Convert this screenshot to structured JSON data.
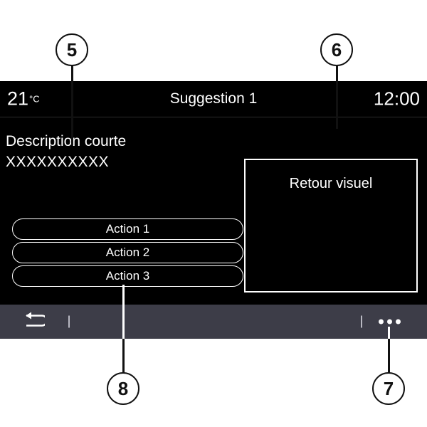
{
  "screen": {
    "status_bar": {
      "temperature": "21",
      "temperature_unit": "°C",
      "title": "Suggestion 1",
      "clock": "12:00"
    },
    "description": {
      "title": "Description courte",
      "subtitle": "XXXXXXXXXX"
    },
    "actions": [
      {
        "label": "Action 1"
      },
      {
        "label": "Action 2"
      },
      {
        "label": "Action 3"
      }
    ],
    "visual_panel": {
      "label": "Retour visuel"
    },
    "toolbar": {
      "back_icon": "back-arrow-icon",
      "separator_left": "separator",
      "separator_right": "separator",
      "more_icon": "ellipsis-menu-icon"
    }
  },
  "callouts": [
    {
      "id": "5",
      "number": "5"
    },
    {
      "id": "6",
      "number": "6"
    },
    {
      "id": "7",
      "number": "7"
    },
    {
      "id": "8",
      "number": "8"
    }
  ],
  "colors": {
    "screen_background": "#000000",
    "toolbar_background": "#3d3d48",
    "foreground": "#ffffff",
    "callout_stroke": "#111111"
  }
}
